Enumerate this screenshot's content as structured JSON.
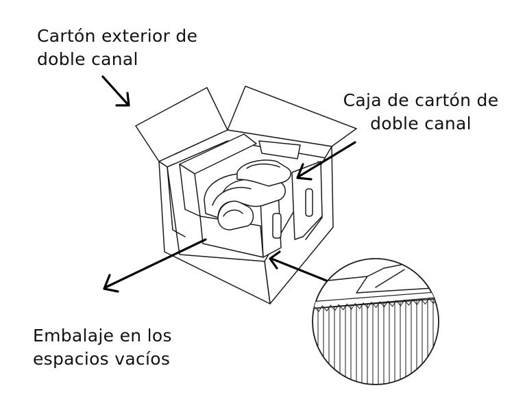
{
  "labels": {
    "outer_box": [
      "Cartón exterior de",
      "doble canal"
    ],
    "inner_box": [
      "Caja de cartón de",
      "doble canal"
    ],
    "packing": [
      "Embalaje en los",
      "espacios vacíos"
    ]
  },
  "icons": {
    "outer_box": "outer-carton-drawing",
    "inner_box": "inner-carton-drawing",
    "product": "boxed-product-drawing",
    "magnifier": "corrugated-cross-section-inset"
  }
}
